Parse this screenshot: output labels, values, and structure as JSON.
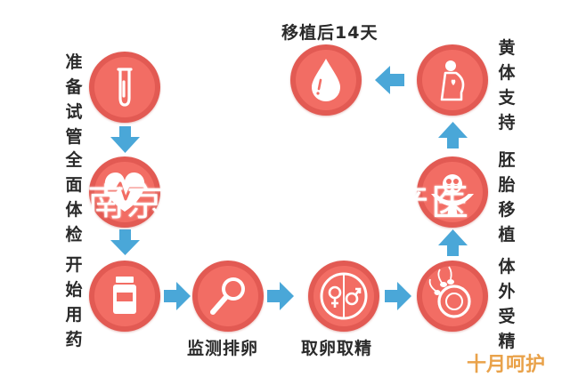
{
  "colors": {
    "circle": "#f26d64",
    "ring": "#e25a52",
    "arrow": "#4aa7d8",
    "icon": "#ffffff"
  },
  "steps": [
    {
      "id": "prep",
      "label": "准备试管",
      "icon": "test-tube-icon"
    },
    {
      "id": "exam",
      "label": "全面体检",
      "icon": "heartbeat-icon"
    },
    {
      "id": "meds",
      "label": "开始用药",
      "icon": "medicine-bottle-icon"
    },
    {
      "id": "monitor",
      "label": "监测排卵",
      "icon": "magnifier-icon"
    },
    {
      "id": "retrieve",
      "label": "取卵取精",
      "icon": "gender-symbols-icon"
    },
    {
      "id": "ivf",
      "label": "体外受精",
      "icon": "egg-sperm-icon"
    },
    {
      "id": "transfer",
      "label": "胚胎移植",
      "icon": "embryo-hand-icon"
    },
    {
      "id": "support",
      "label": "黄体支持",
      "icon": "pregnant-woman-icon"
    },
    {
      "id": "day14",
      "label": "移植后14天",
      "icon": "blood-drop-icon"
    }
  ],
  "watermark_left": "南京",
  "watermark_right": "产医",
  "brand": "十月呵护"
}
